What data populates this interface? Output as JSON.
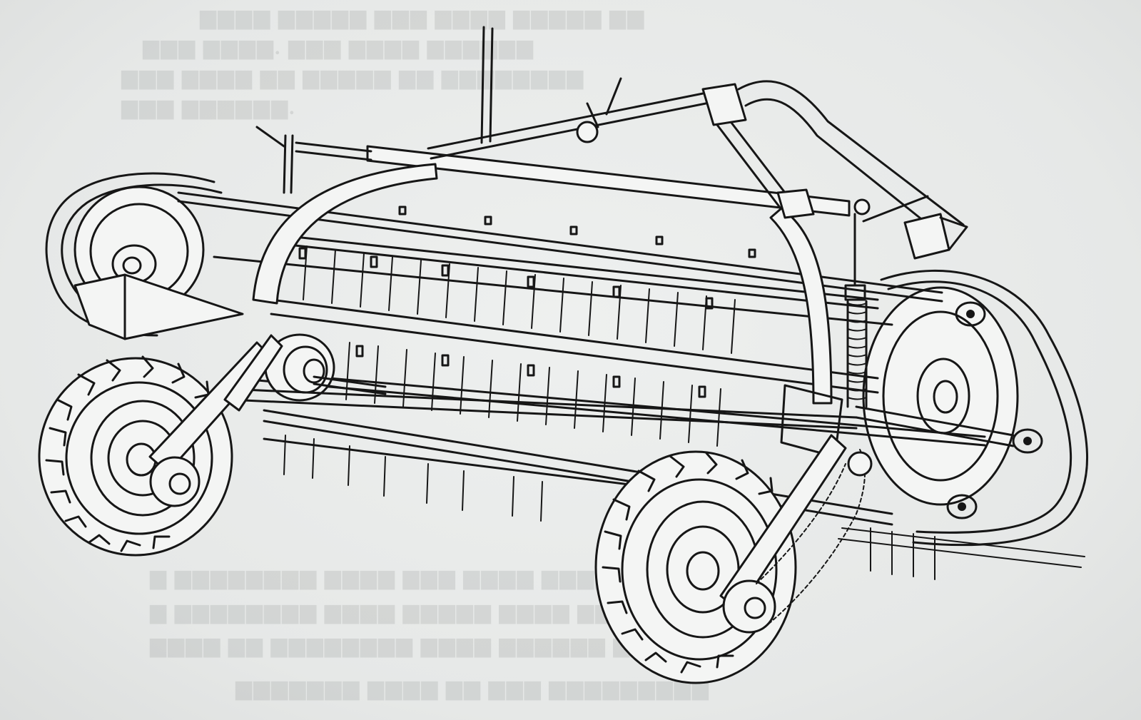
{
  "figure": {
    "kind": "technical line drawing",
    "subject": "side delivery hay rake",
    "colors": {
      "paper": "#e9ebea",
      "ink": "#161616",
      "bleed_through": "#8f9392"
    },
    "parts": [
      "left-wheel",
      "right-wheel",
      "left-reel-disc",
      "right-reel-disc",
      "tine-bars",
      "top-frame",
      "arched-frame",
      "spring",
      "drive-chain",
      "hitch-tongue"
    ]
  }
}
